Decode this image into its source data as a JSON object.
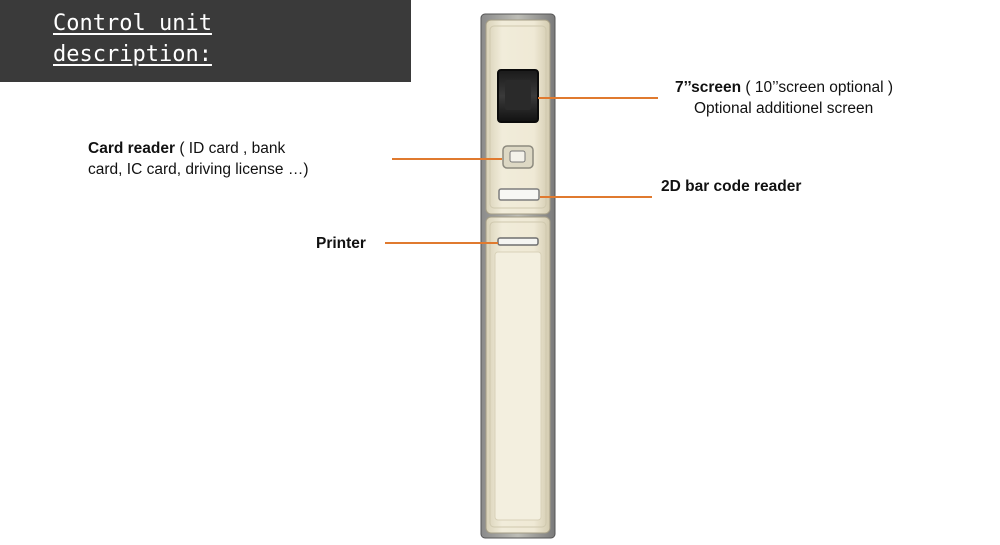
{
  "title": {
    "line1": "Control unit",
    "line2": "description:"
  },
  "labels": {
    "screen": {
      "bold": "7’’screen",
      "text": " ( 10’’screen optional )",
      "line2": "Optional  additionel screen"
    },
    "card_reader": {
      "bold": "Card  reader",
      "text": " ( ID card ,  bank",
      "line2": "card, IC  card, driving  license …)"
    },
    "barcode": {
      "bold": "2D bar code  reader"
    },
    "printer": {
      "bold": "Printer"
    }
  },
  "colors": {
    "leader_line": "#e07a2f",
    "title_bg": "#3a3a3a",
    "panel": "#ece7d4",
    "frame": "#6e6e6e"
  }
}
